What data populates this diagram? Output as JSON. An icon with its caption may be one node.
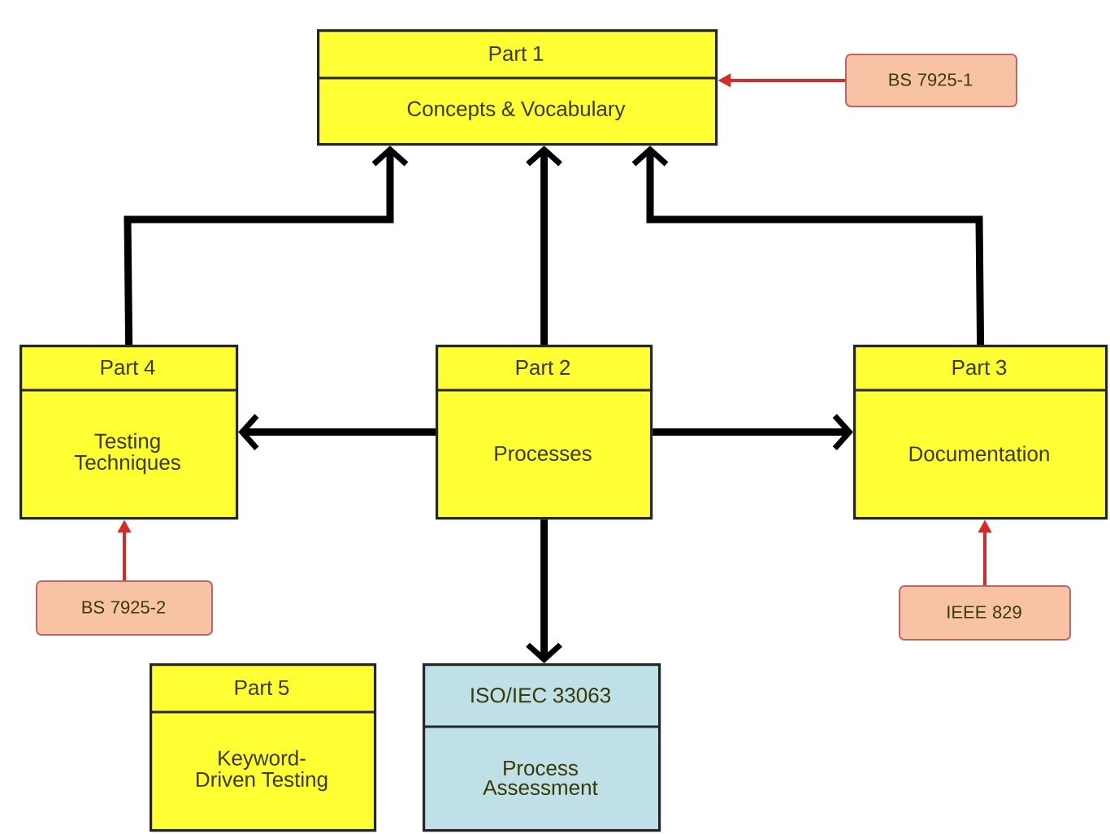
{
  "diagram": {
    "nodes": [
      {
        "text": [
          "Part 1",
          "Concepts & Vocabulary"
        ]
      },
      {
        "text": [
          "BS 7925-1"
        ]
      },
      {
        "text": [
          "Part 4",
          "Testing Techniques"
        ]
      },
      {
        "text": [
          "Part 2",
          "Processes"
        ]
      },
      {
        "text": [
          "Part 3",
          "Documentation"
        ]
      },
      {
        "text": [
          "BS 7925-2"
        ]
      },
      {
        "text": [
          "IEEE 829"
        ]
      },
      {
        "text": [
          "Part 5",
          "Keyword- Driven Testing"
        ]
      },
      {
        "text": [
          "ISO/IEC 33063",
          "Process Assessment"
        ]
      }
    ],
    "edges": [
      {
        "from": 1,
        "to": 0,
        "arrow": "to",
        "color": "#d42a2a"
      },
      {
        "from": 2,
        "to": 0,
        "arrow": "to"
      },
      {
        "from": 3,
        "to": 0,
        "arrow": "to"
      },
      {
        "from": 4,
        "to": 0,
        "arrow": "to"
      },
      {
        "from": 3,
        "to": 2,
        "arrow": "to"
      },
      {
        "from": 3,
        "to": 4,
        "arrow": "to"
      },
      {
        "from": 5,
        "to": 2,
        "arrow": "to",
        "color": "#d42a2a"
      },
      {
        "from": 6,
        "to": 4,
        "arrow": "to",
        "color": "#d42a2a"
      },
      {
        "from": 3,
        "to": 8,
        "arrow": "to"
      }
    ]
  }
}
